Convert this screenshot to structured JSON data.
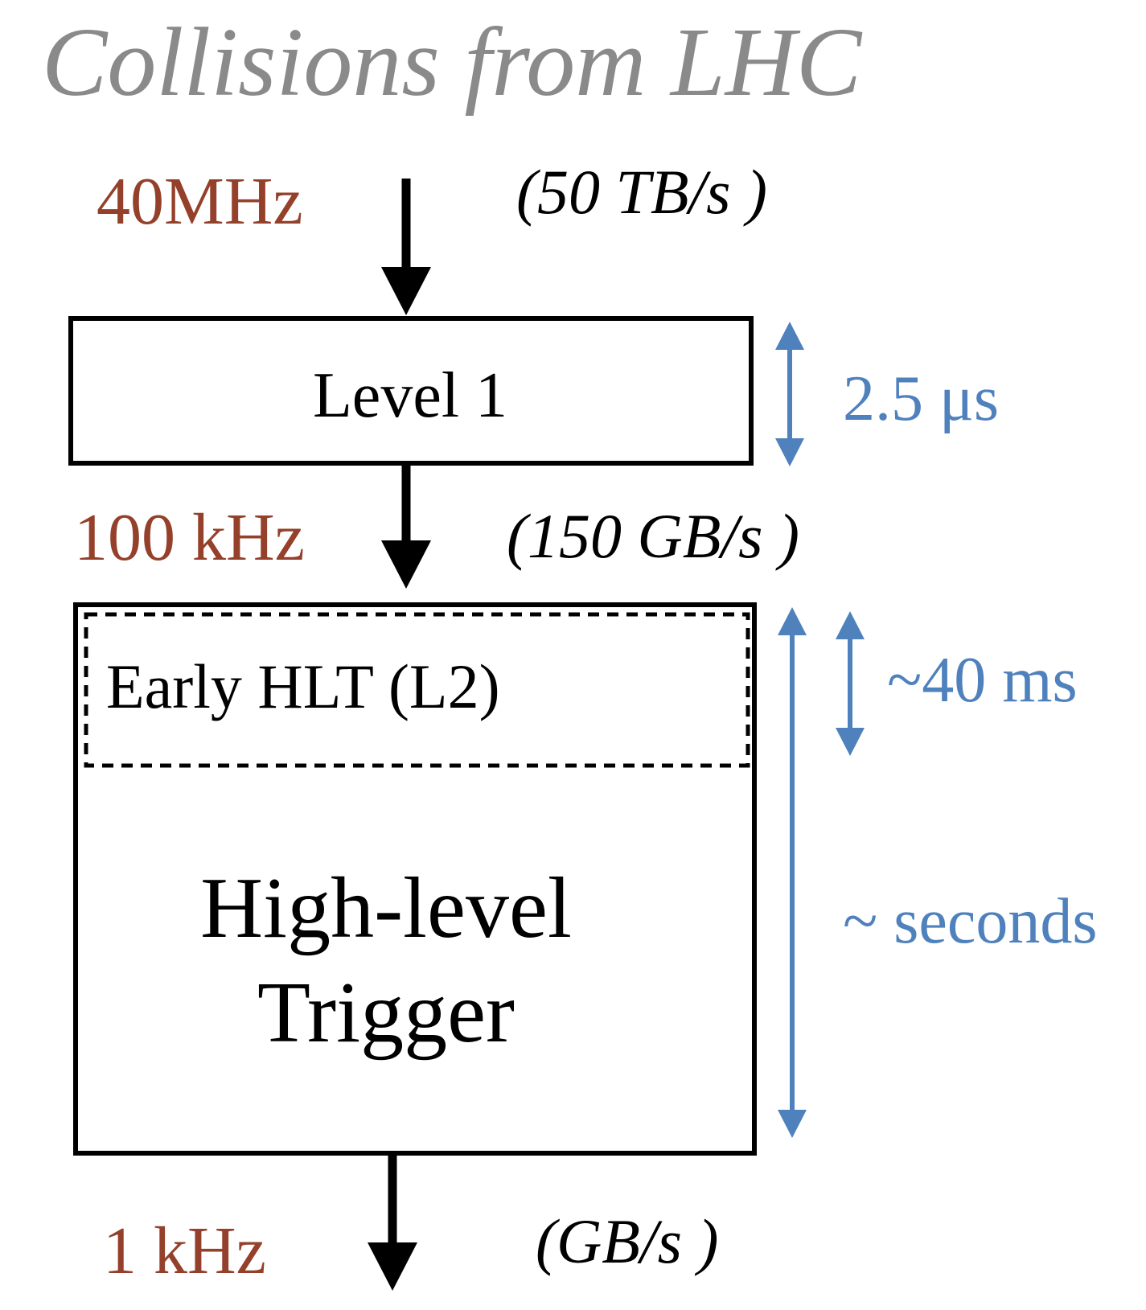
{
  "title": "Collisions from LHC",
  "colors": {
    "title": "#8a8a8a",
    "rate": "#94402a",
    "latency": "#4f81bd",
    "stroke": "#000000"
  },
  "flow": [
    {
      "rate": "40MHz",
      "bandwidth": "(50 TB/s )"
    },
    {
      "rate": "100 kHz",
      "bandwidth": "(150 GB/s )"
    },
    {
      "rate": "1 kHz",
      "bandwidth": "(GB/s )"
    }
  ],
  "stages": {
    "level1": {
      "label": "Level 1",
      "latency": "2.5 μs"
    },
    "early_hlt": {
      "label": "Early HLT (L2)",
      "latency": "~40 ms"
    },
    "hlt": {
      "label_line1": "High-level",
      "label_line2": "Trigger",
      "latency": "~ seconds"
    }
  }
}
